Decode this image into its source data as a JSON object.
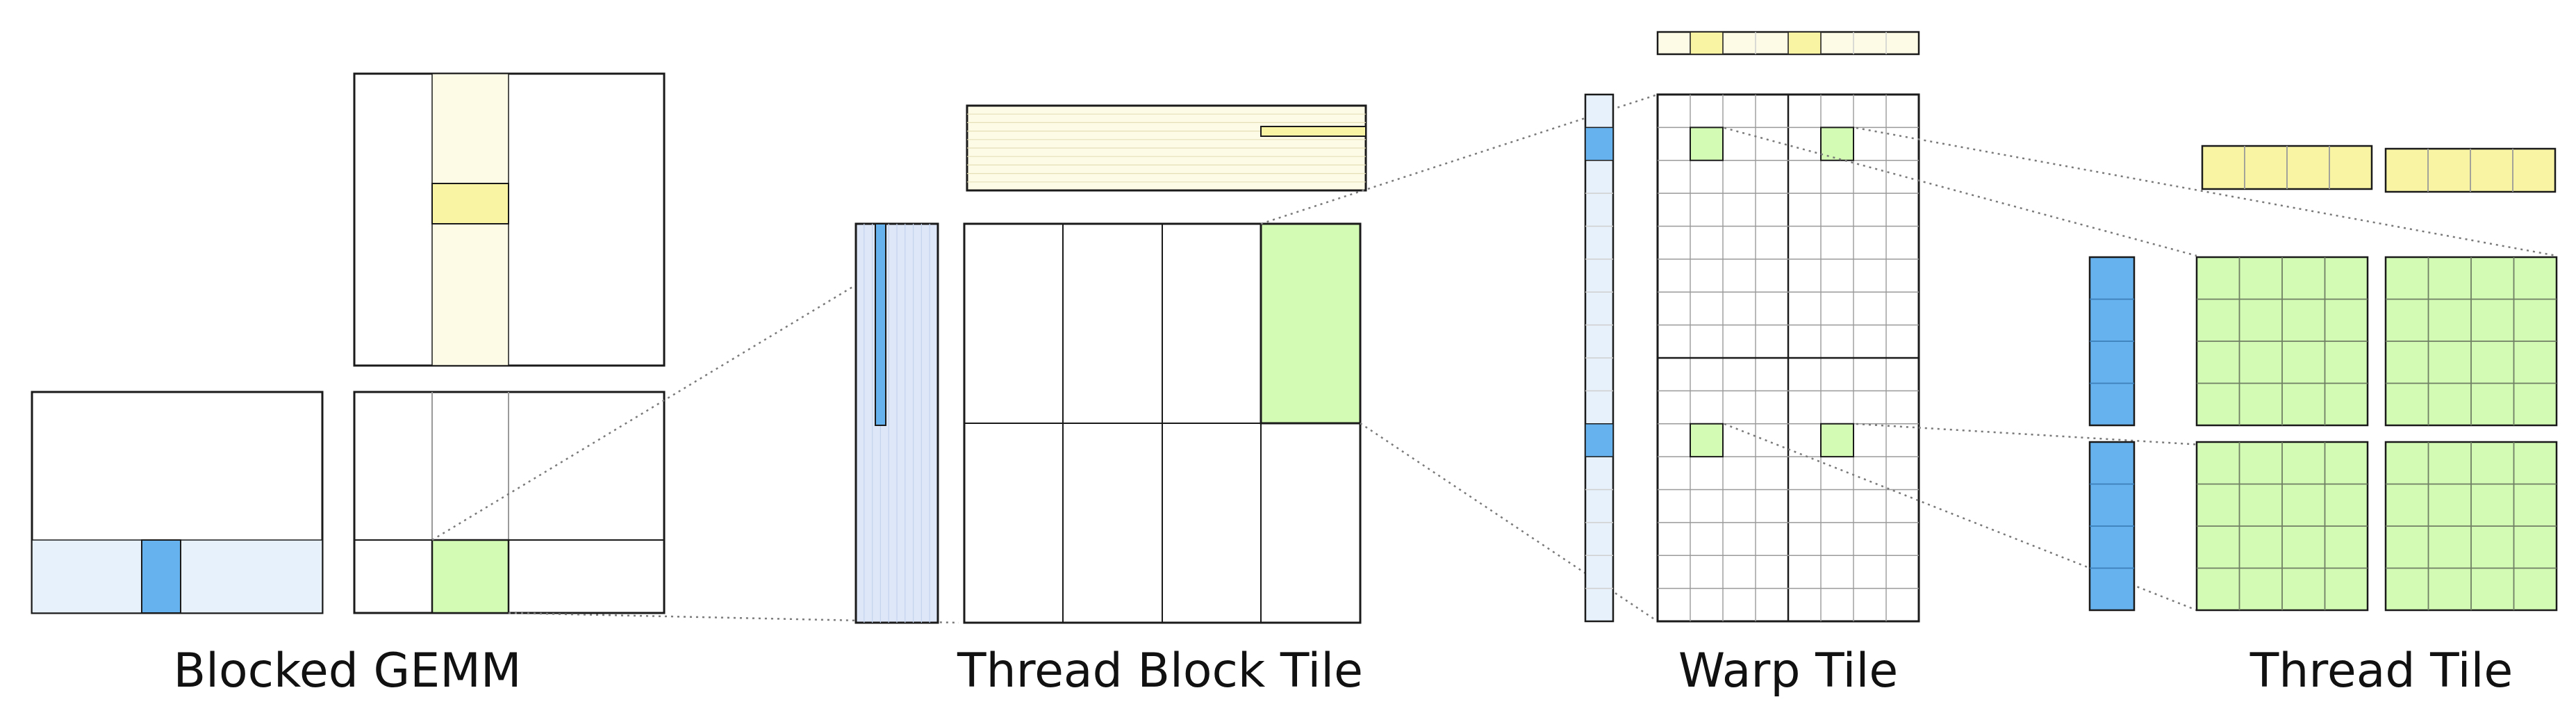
{
  "captions": {
    "blocked_gemm": "Blocked GEMM",
    "thread_block_tile": "Thread Block Tile",
    "warp_tile": "Warp Tile",
    "thread_tile": "Thread Tile"
  },
  "colors": {
    "outline": "#1a1a1a",
    "grid_line": "#9a9a9a",
    "light_grid_line": "#cfcfcf",
    "a_light": "#e6f1fb",
    "a_stripe": "#dde7f7",
    "a_strong": "#66b2ee",
    "b_light": "#fdfbe6",
    "b_strong": "#f8f4a4",
    "c_tile": "#d3fbb4",
    "guide_line": "#7a7a7a"
  },
  "icons": {
    "matrix_a": "matrix-a-tile",
    "matrix_b": "matrix-b-tile",
    "matrix_c": "matrix-c-tile"
  }
}
